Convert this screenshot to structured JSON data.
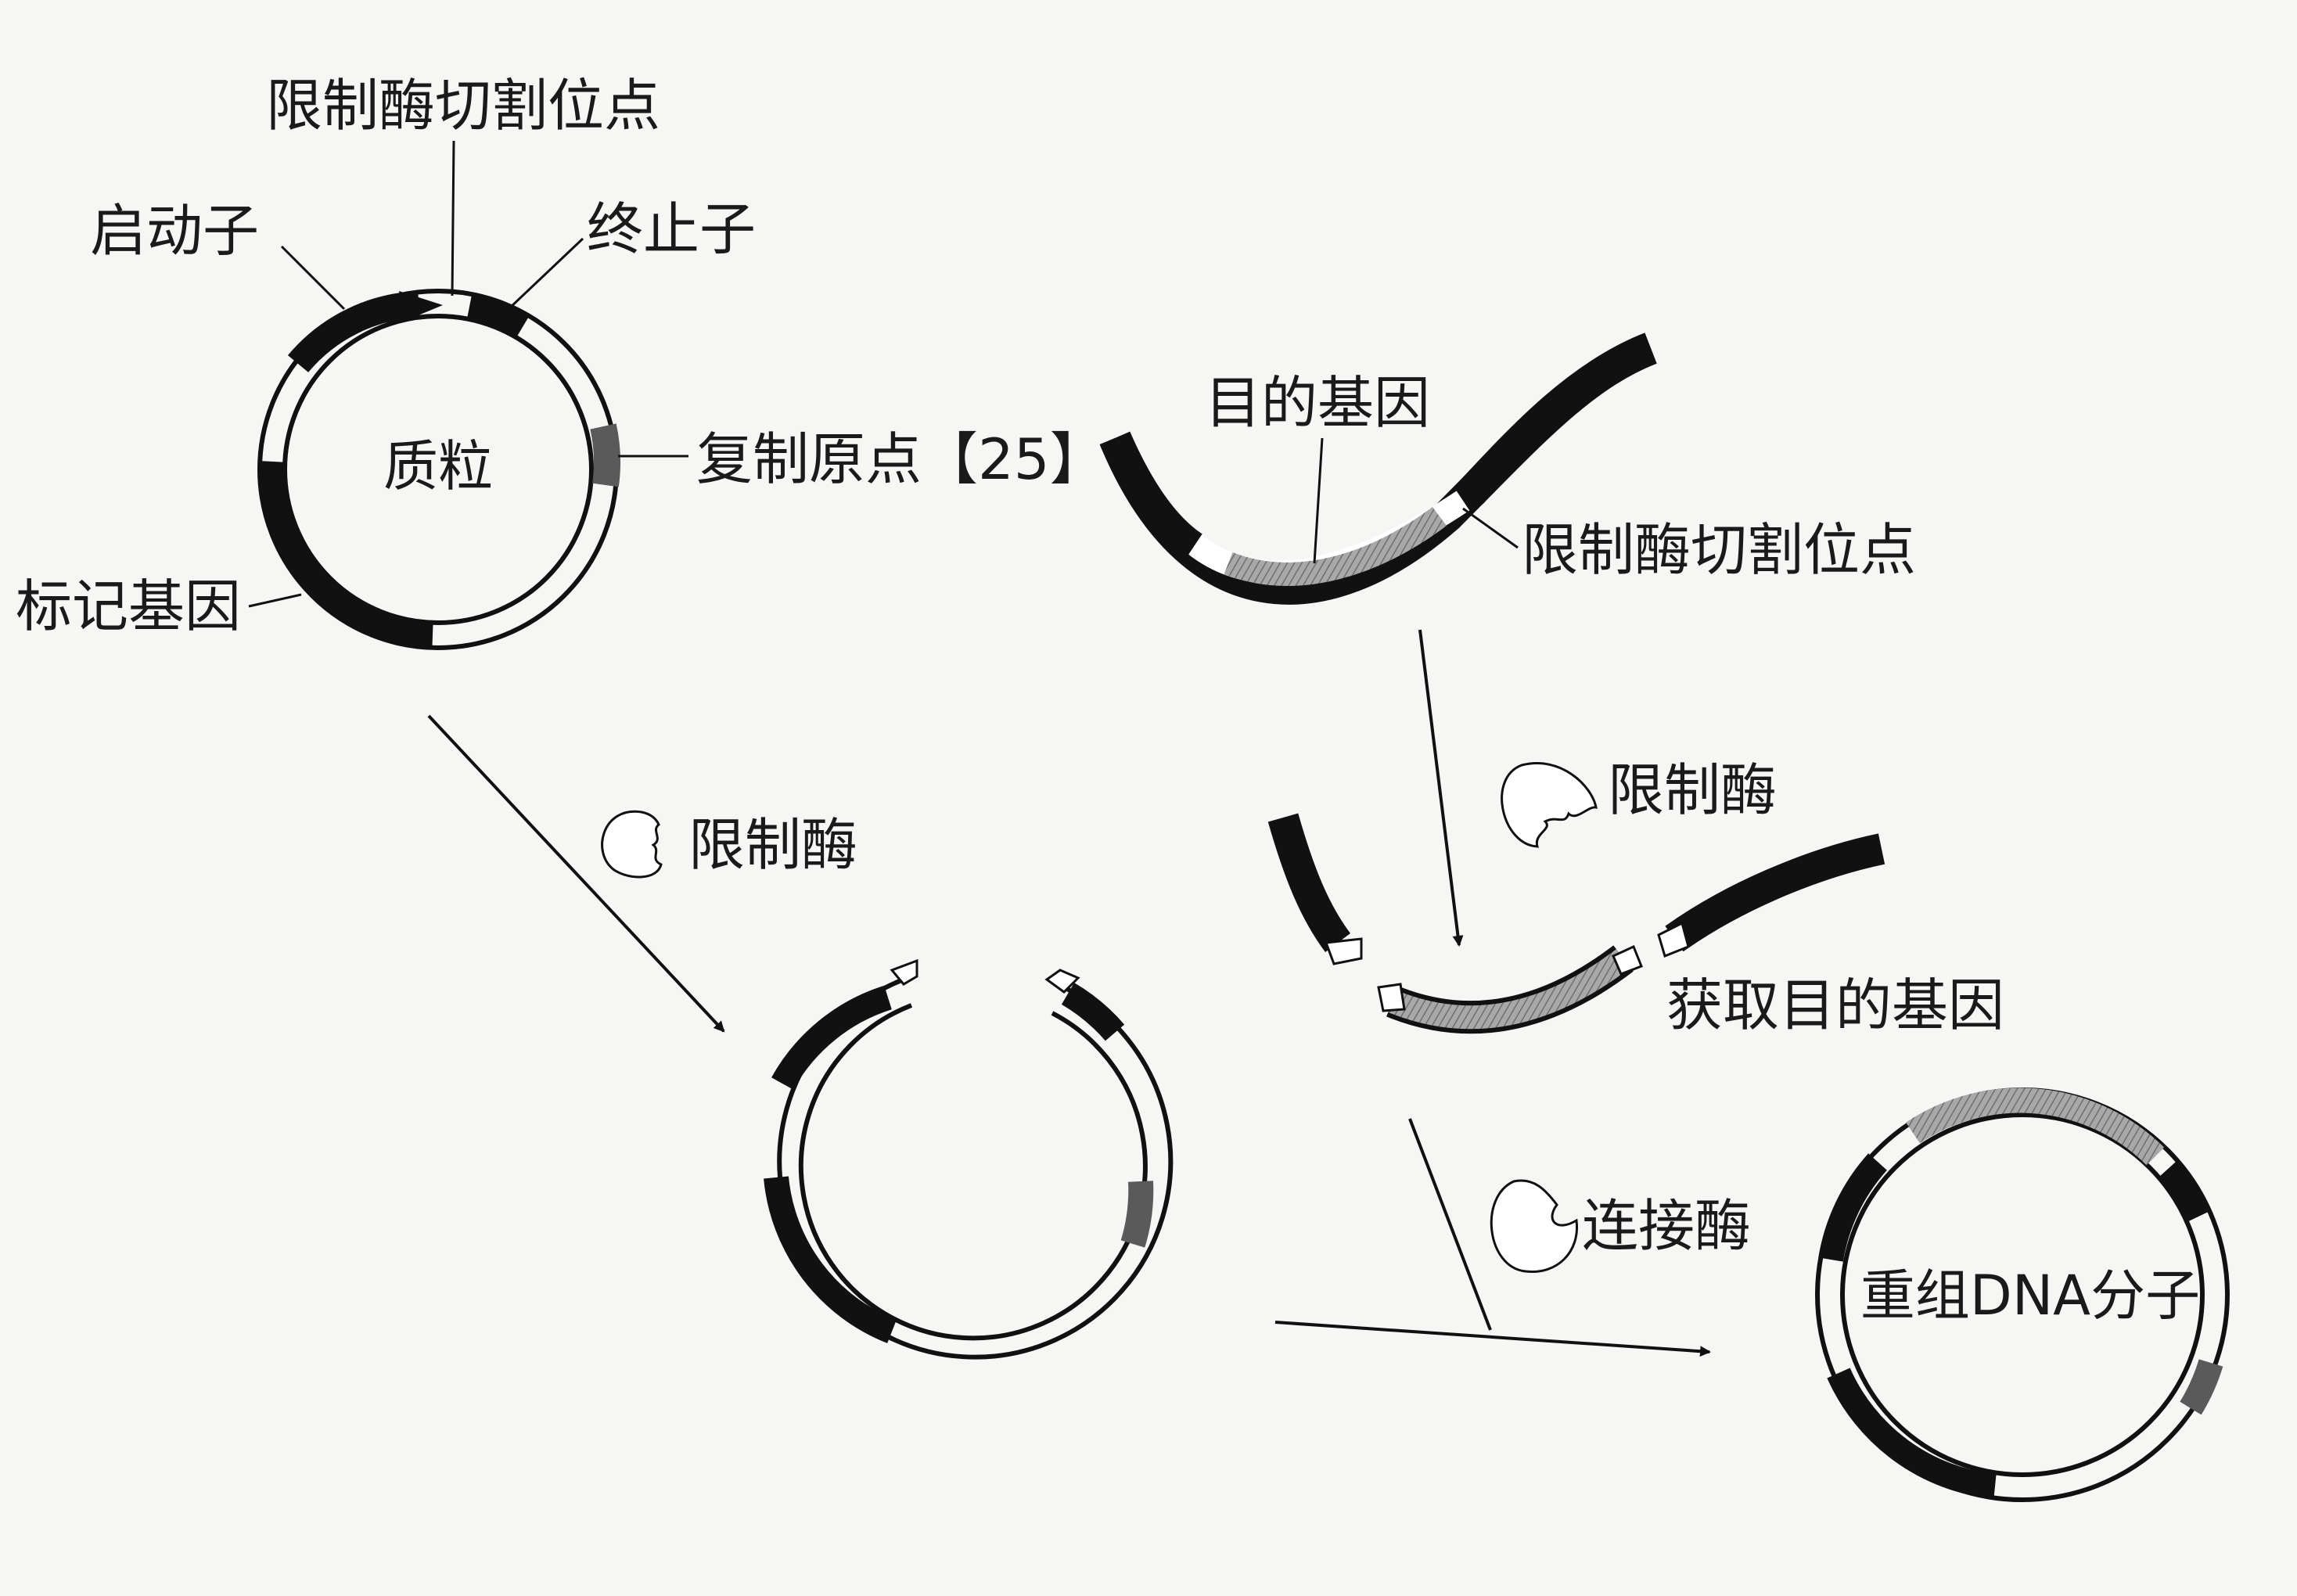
{
  "labels": {
    "cut_site_top": "限制酶切割位点",
    "promoter": "启动子",
    "terminator": "终止子",
    "plasmid": "质粒",
    "origin": "复制原点【25】",
    "marker_gene": "标记基因",
    "target_gene": "目的基因",
    "cut_site_right": "限制酶切割位点",
    "enzyme_left": "限制酶",
    "enzyme_right": "限制酶",
    "get_target_gene": "获取目的基因",
    "ligase": "连接酶",
    "recombinant": "重组DNA分子"
  },
  "colors": {
    "black_segment": "#111111",
    "gene_fill": "#9d9d9d",
    "origin_fill": "#5a5a5a",
    "background": "#f6f6f4"
  }
}
